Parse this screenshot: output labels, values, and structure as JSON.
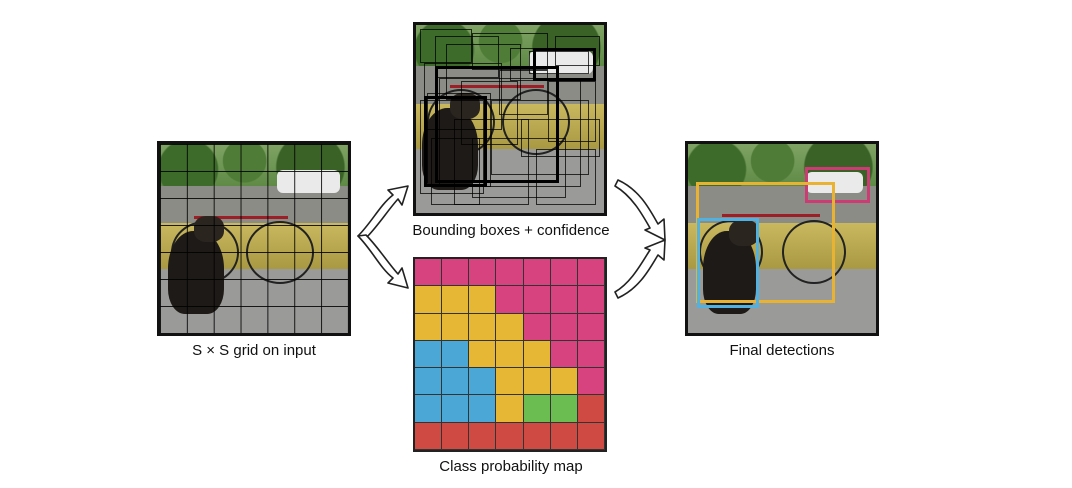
{
  "captions": {
    "grid": "S × S grid on input",
    "boxes": "Bounding boxes + confidence",
    "probmap": "Class probability map",
    "final": "Final detections"
  },
  "colors": {
    "magenta": "#d6437f",
    "yellow": "#e5b735",
    "blue": "#4aa7d6",
    "red": "#cf4a43",
    "green": "#6bbd52",
    "detection_pink": "#cc3b74",
    "detection_yellow": "#e8b232",
    "detection_blue": "#51b1e0"
  },
  "class_probability_map": [
    [
      "magenta",
      "magenta",
      "magenta",
      "magenta",
      "magenta",
      "magenta",
      "magenta"
    ],
    [
      "yellow",
      "yellow",
      "yellow",
      "magenta",
      "magenta",
      "magenta",
      "magenta"
    ],
    [
      "yellow",
      "yellow",
      "yellow",
      "yellow",
      "magenta",
      "magenta",
      "magenta"
    ],
    [
      "blue",
      "blue",
      "yellow",
      "yellow",
      "yellow",
      "magenta",
      "magenta"
    ],
    [
      "blue",
      "blue",
      "blue",
      "yellow",
      "yellow",
      "yellow",
      "magenta"
    ],
    [
      "blue",
      "blue",
      "blue",
      "yellow",
      "green",
      "green",
      "red"
    ],
    [
      "red",
      "red",
      "red",
      "red",
      "red",
      "red",
      "red"
    ]
  ],
  "final_detections": [
    {
      "class": "car",
      "color": "detection_pink"
    },
    {
      "class": "bicycle",
      "color": "detection_yellow"
    },
    {
      "class": "dog",
      "color": "detection_blue"
    }
  ]
}
